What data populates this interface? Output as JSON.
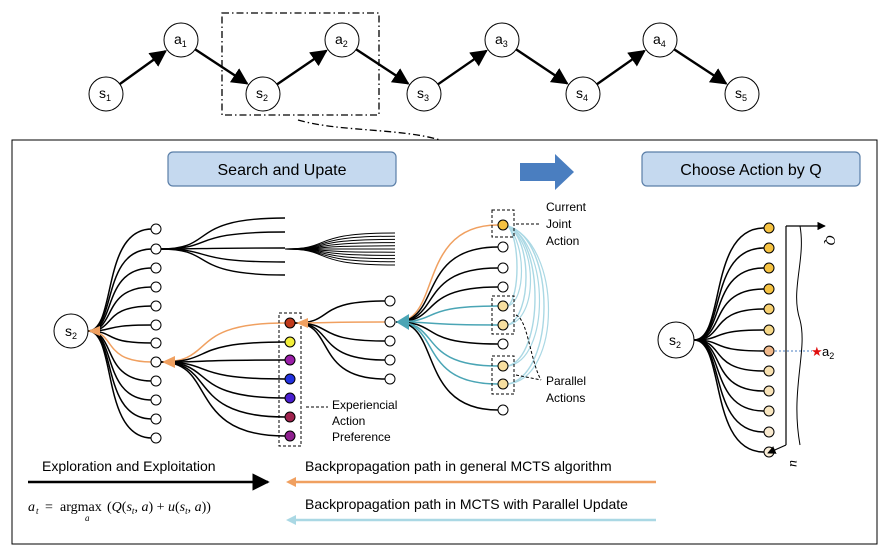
{
  "top_chain": {
    "nodes": [
      {
        "kind": "s",
        "index": "1"
      },
      {
        "kind": "a",
        "index": "1"
      },
      {
        "kind": "s",
        "index": "2"
      },
      {
        "kind": "a",
        "index": "2"
      },
      {
        "kind": "s",
        "index": "3"
      },
      {
        "kind": "a",
        "index": "3"
      },
      {
        "kind": "s",
        "index": "4"
      },
      {
        "kind": "a",
        "index": "4"
      },
      {
        "kind": "s",
        "index": "5"
      }
    ]
  },
  "panels": {
    "search_title": "Search and Upate",
    "choose_title": "Choose Action by Q"
  },
  "left_tree": {
    "root_label": "s",
    "root_sub": "2"
  },
  "right_tree": {
    "root_label": "s",
    "root_sub": "2",
    "selected_label": "a",
    "selected_sub": "2",
    "q_axis_label": "Q",
    "u_axis_label": "u"
  },
  "annotations": {
    "current_joint_action": [
      "Current",
      "Joint",
      "Action"
    ],
    "parallel_actions": [
      "Parallel",
      "Actions"
    ],
    "experiencial_preference": [
      "Experiencial",
      "Action",
      "Preference"
    ]
  },
  "legend": {
    "exploration": "Exploration and Exploitation",
    "formula": "a_t = argmax_a (Q(s_t, a) + u(s_t, a))",
    "backprop_general": "Backpropagation path in general MCTS algorithm",
    "backprop_parallel": "Backpropagation path in MCTS with Parallel Update"
  },
  "colors": {
    "orange_path": "#f0a060",
    "teal_path": "#4aa5b5",
    "lightblue_path": "#aad8e4",
    "panel_fill": "#c5d9ef",
    "panel_border": "#5b7fa8",
    "arrow_blue": "#4a7ec0",
    "node_yellow": "#f5c242",
    "node_cream": "#f7dfa0",
    "preference_node_colors": [
      "#c0391b",
      "#f3ef3a",
      "#9a1fa8",
      "#2332e0",
      "#4a1fd0",
      "#a0234e",
      "#8e1f8e"
    ],
    "q_node_colors": [
      "#f5c242",
      "#f5c242",
      "#f5c242",
      "#f5c242",
      "#f7d070",
      "#f6d888",
      "#f0b88a",
      "#f7e0b0",
      "#f7e2b8",
      "#f8e6c0",
      "#f9ead0",
      "#faeed8"
    ]
  }
}
